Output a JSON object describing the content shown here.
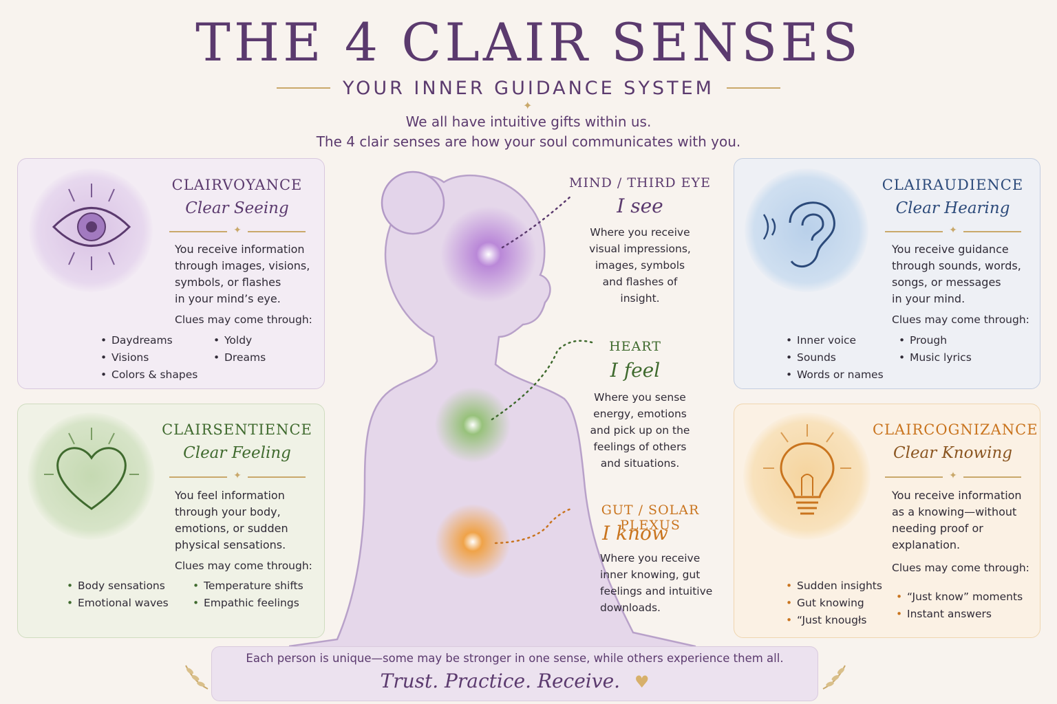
{
  "header": {
    "title": "THE 4 CLAIR SENSES",
    "subtitle": "YOUR INNER GUIDANCE SYSTEM",
    "intro_line1": "We all have intuitive gifts within us.",
    "intro_line2": "The 4 clair senses are how your soul communicates with you."
  },
  "cards": {
    "clairvoyance": {
      "title": "CLAIRVOYANCE",
      "subtitle": "Clear Seeing",
      "desc": [
        "You receive information",
        "through images, visions,",
        "symbols, or flashes",
        "in your mind’s eye."
      ],
      "clues_label": "Clues may come through:",
      "clues_left": [
        "Daydreams",
        "Visions",
        "Colors & shapes"
      ],
      "clues_right": [
        "Yoldy",
        "Dreams"
      ],
      "icon": "eye-icon",
      "color": "#5b3a6e"
    },
    "clairaudience": {
      "title": "CLAIRAUDIENCE",
      "subtitle": "Clear Hearing",
      "desc": [
        "You receive guidance",
        "through sounds, words,",
        "songs, or messages",
        "in your mind."
      ],
      "clues_label": "Clues may come through:",
      "clues_left": [
        "Inner voice",
        "Sounds",
        "Words or names"
      ],
      "clues_right": [
        "Prough",
        "Music lyrics"
      ],
      "icon": "ear-icon",
      "color": "#2c4a7a"
    },
    "clairsentience": {
      "title": "CLAIRSENTIENCE",
      "subtitle": "Clear Feeling",
      "desc": [
        "You feel information",
        "through your body,",
        "emotions, or sudden",
        "physical sensations."
      ],
      "clues_label": "Clues may come through:",
      "clues_left": [
        "Body sensations",
        "Emotional waves"
      ],
      "clues_right": [
        "Temperature shifts",
        "Empathic feelings"
      ],
      "icon": "heart-icon",
      "color": "#3f6a2e"
    },
    "claircognizance": {
      "title": "CLAIRCOGNIZANCE",
      "subtitle": "Clear Knowing",
      "desc": [
        "You receive information",
        "as a knowing—without",
        "needing proof or",
        "explanation."
      ],
      "clues_label": "Clues may come through:",
      "clues_left": [
        "Sudden insights",
        "Gut knowing",
        "“Just knougłs"
      ],
      "clues_right": [
        "“Just know” moments",
        "Instant answers"
      ],
      "icon": "lightbulb-icon",
      "color": "#c9741e"
    }
  },
  "centers": {
    "mind": {
      "title": "MIND / THIRD EYE",
      "subtitle": "I see",
      "desc": [
        "Where you receive",
        "visual impressions,",
        "images, symbols",
        "and flashes of",
        "insight."
      ]
    },
    "heart": {
      "title": "HEART",
      "subtitle": "I feel",
      "desc": [
        "Where you sense",
        "energy, emotions",
        "and pick up on the",
        "feelings of others",
        "and situations."
      ]
    },
    "gut": {
      "title": "GUT / SOLAR PLEXUS",
      "subtitle": "I know",
      "desc": [
        "Where you receive",
        "inner knowing, gut",
        "feelings and intuitive",
        "downloads."
      ]
    }
  },
  "footer": {
    "text": "Each person is unique—some may be stronger in one sense, while others experience them all.",
    "tagline": "Trust.  Practice.  Receive.",
    "icon": "heart-icon"
  }
}
